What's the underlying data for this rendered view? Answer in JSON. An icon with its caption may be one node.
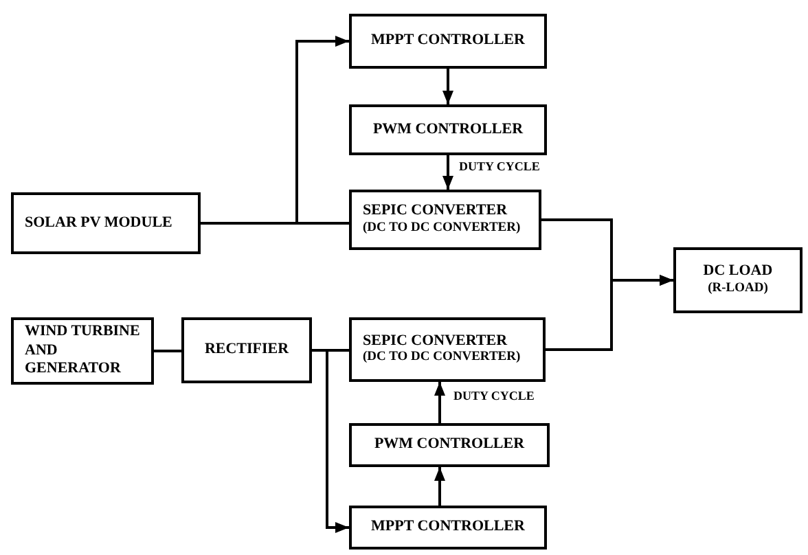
{
  "diagram": {
    "nodes": [
      {
        "text": [
          "MPPT CONTROLLER"
        ]
      },
      {
        "text": [
          "PWM CONTROLLER"
        ]
      },
      {
        "text": [
          "SOLAR PV MODULE"
        ]
      },
      {
        "text": [
          "SEPIC CONVERTER",
          "(DC TO DC CONVERTER)"
        ]
      },
      {
        "text": [
          "DC LOAD",
          "(R-LOAD)"
        ]
      },
      {
        "text": [
          "WIND TURBINE AND GENERATOR"
        ]
      },
      {
        "text": [
          "RECTIFIER"
        ]
      },
      {
        "text": [
          "SEPIC CONVERTER",
          "(DC TO DC CONVERTER)"
        ]
      },
      {
        "text": [
          "PWM CONTROLLER"
        ]
      },
      {
        "text": [
          "MPPT CONTROLLER"
        ]
      }
    ],
    "edges": [
      {
        "from": 2,
        "to": 0,
        "arrow": "to"
      },
      {
        "from": 2,
        "to": 3,
        "arrow": "none"
      },
      {
        "from": 0,
        "to": 1,
        "arrow": "to"
      },
      {
        "from": 1,
        "to": 3,
        "arrow": "to",
        "label": "DUTY CYCLE"
      },
      {
        "from": 3,
        "to": 4,
        "arrow": "to"
      },
      {
        "from": 7,
        "to": 4,
        "arrow": "to"
      },
      {
        "from": 5,
        "to": 6,
        "arrow": "none"
      },
      {
        "from": 6,
        "to": 7,
        "arrow": "none"
      },
      {
        "from": 6,
        "to": 9,
        "arrow": "to"
      },
      {
        "from": 9,
        "to": 8,
        "arrow": "to"
      },
      {
        "from": 8,
        "to": 7,
        "arrow": "to",
        "label": "DUTY CYCLE"
      }
    ]
  }
}
